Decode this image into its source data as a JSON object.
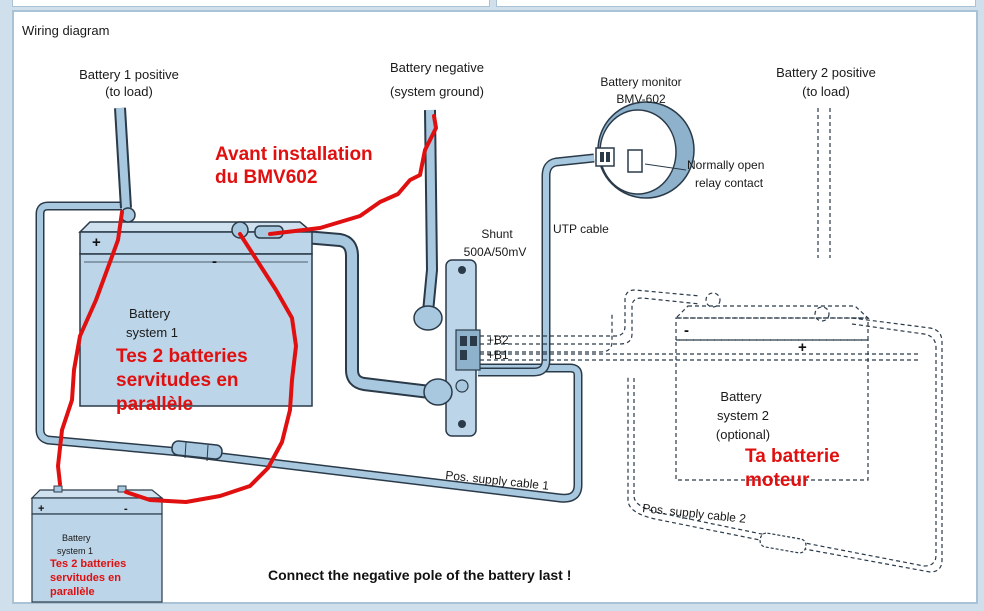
{
  "title": "Wiring diagram",
  "labels": {
    "battery1_positive_line1": "Battery 1 positive",
    "battery1_positive_line2": "(to load)",
    "battery_negative_line1": "Battery negative",
    "battery_negative_line2": "(system ground)",
    "monitor_line1": "Battery monitor",
    "monitor_line2": "BMV-602",
    "battery2_positive_line1": "Battery 2 positive",
    "battery2_positive_line2": "(to load)",
    "relay_line1": "Normally open",
    "relay_line2": "relay contact",
    "shunt_line1": "Shunt",
    "shunt_line2": "500A/50mV",
    "utp_cable": "UTP cable",
    "b2": "+B2",
    "b1": "+B1",
    "battery1_line1": "Battery",
    "battery1_line2": "system 1",
    "battery2_line1": "Battery",
    "battery2_line2": "system 2",
    "battery2_line3": "(optional)",
    "pos_supply_1": "Pos. supply cable 1",
    "pos_supply_2": "Pos. supply cable 2",
    "plus": "+",
    "minus": "-",
    "small_battery_line1": "Battery",
    "small_battery_line2": "system 1",
    "footer": "Connect the negative pole of the battery last !"
  },
  "annotations": {
    "avant_line1": "Avant installation",
    "avant_line2": "du BMV602",
    "tes2_line1": "Tes 2 batteries",
    "tes2_line2": "servitudes en",
    "tes2_line3": "parallèle",
    "ta_line1": "Ta batterie",
    "ta_line2": "moteur",
    "small_tes2_line1": "Tes 2 batteries",
    "small_tes2_line2": "servitudes en",
    "small_tes2_line3": "parallèle"
  },
  "colors": {
    "battery_fill": "#bcd5e8",
    "cable_fill": "#a8c8e0",
    "outline": "#2a3a48",
    "annotation": "#e01010",
    "frame_border": "#a9c2d6"
  }
}
